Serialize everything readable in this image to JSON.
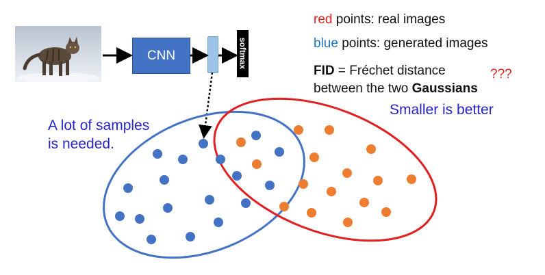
{
  "legend": {
    "red_word": "red",
    "red_rest": " points: real images",
    "blue_word": "blue",
    "blue_rest": " points: generated images",
    "fid_bold": "FID",
    "fid_rest": " = Fréchet distance",
    "line2_prefix": "between the two ",
    "line2_bold": "Gaussians",
    "question": "???",
    "smaller": "Smaller is better"
  },
  "note": {
    "line1": "A lot of samples",
    "line2": "is needed."
  },
  "pipeline": {
    "cnn_label": "CNN",
    "softmax_label": "softmax"
  },
  "colors": {
    "blue_points": "#4472c4",
    "orange_points": "#ed7d31",
    "blue_ellipse": "#4472c4",
    "red_ellipse": "#e02020",
    "red_text": "#e02020",
    "blue_text": "#1f77c2",
    "note_text": "#2424c8"
  },
  "icons": [
    "cat-photo",
    "arrow-right-icon",
    "dotted-arrow-down-icon"
  ]
}
